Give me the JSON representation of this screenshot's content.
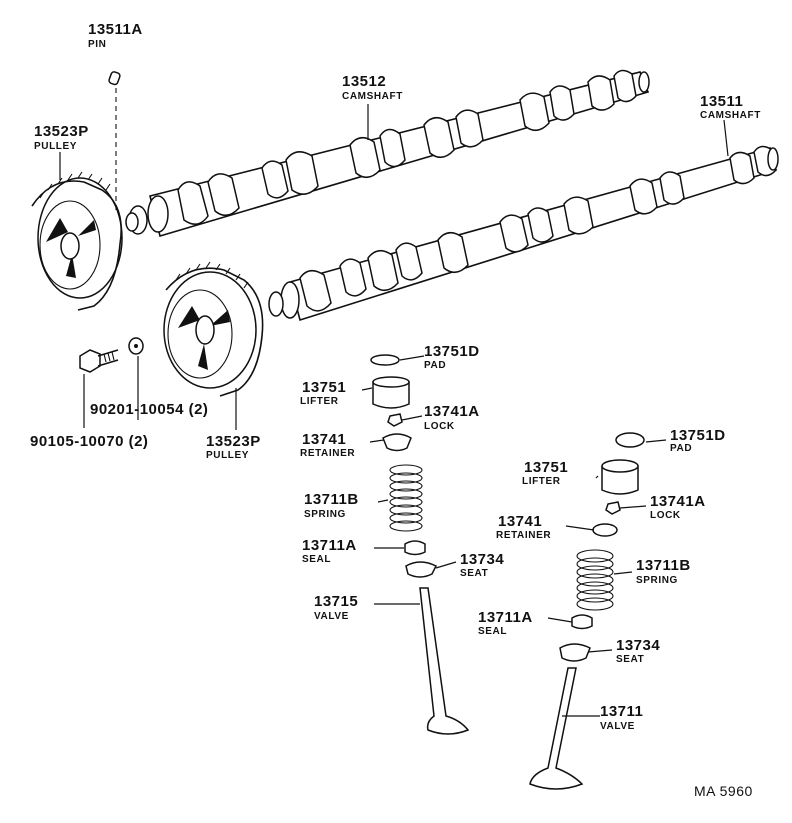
{
  "parts": {
    "pin": {
      "number": "13511A",
      "name": "PIN"
    },
    "camshaft_a": {
      "number": "13512",
      "name": "CAMSHAFT"
    },
    "camshaft_b": {
      "number": "13511",
      "name": "CAMSHAFT"
    },
    "pulley_a": {
      "number": "13523P",
      "name": "PULLEY"
    },
    "pulley_b": {
      "number": "13523P",
      "name": "PULLEY"
    },
    "washer": {
      "number": "90201-10054 (2)"
    },
    "bolt": {
      "number": "90105-10070 (2)"
    },
    "pad_a": {
      "number": "13751D",
      "name": "PAD"
    },
    "lifter_a": {
      "number": "13751",
      "name": "LIFTER"
    },
    "lock_a": {
      "number": "13741A",
      "name": "LOCK"
    },
    "retainer_a": {
      "number": "13741",
      "name": "RETAINER"
    },
    "spring_a": {
      "number": "13711B",
      "name": "SPRING"
    },
    "seal_a": {
      "number": "13711A",
      "name": "SEAL"
    },
    "seat_a": {
      "number": "13734",
      "name": "SEAT"
    },
    "valve_a": {
      "number": "13715",
      "name": "VALVE"
    },
    "pad_b": {
      "number": "13751D",
      "name": "PAD"
    },
    "lifter_b": {
      "number": "13751",
      "name": "LIFTER"
    },
    "lock_b": {
      "number": "13741A",
      "name": "LOCK"
    },
    "retainer_b": {
      "number": "13741",
      "name": "RETAINER"
    },
    "spring_b": {
      "number": "13711B",
      "name": "SPRING"
    },
    "seal_b": {
      "number": "13711A",
      "name": "SEAL"
    },
    "seat_b": {
      "number": "13734",
      "name": "SEAT"
    },
    "valve_b": {
      "number": "13711",
      "name": "VALVE"
    }
  },
  "figure_code": "MA 5960"
}
